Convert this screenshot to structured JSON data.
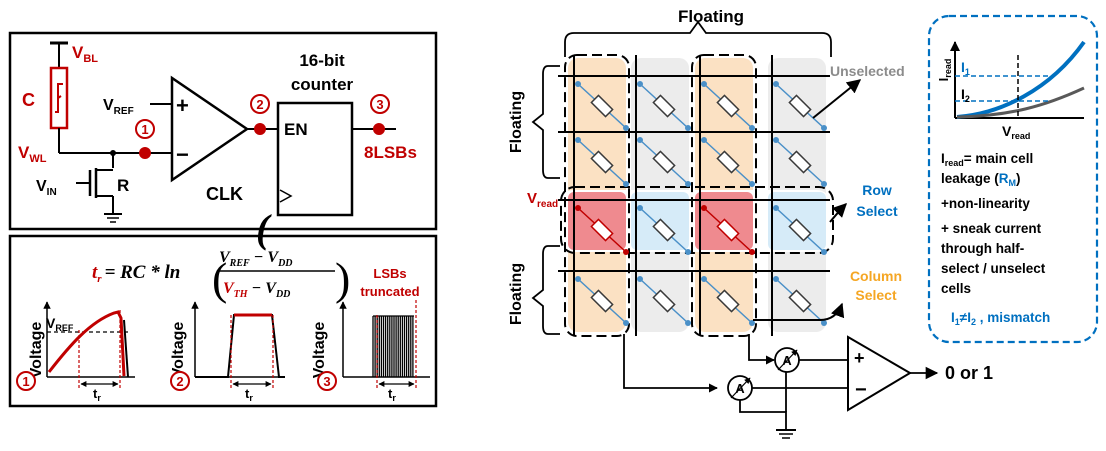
{
  "left_top": {
    "v_bl": "V",
    "v_bl_sub": "BL",
    "cap_label": "C",
    "v_wl": "V",
    "v_wl_sub": "WL",
    "v_in": "V",
    "v_in_sub": "IN",
    "r_label": "R",
    "v_ref": "V",
    "v_ref_sub": "REF",
    "plus": "+",
    "minus": "−",
    "node1": "1",
    "node2": "2",
    "node3": "3",
    "counter_title_1": "16-bit",
    "counter_title_2": "counter",
    "en_label": "EN",
    "clk_label": "CLK",
    "out_label": "8LSBs"
  },
  "left_bottom": {
    "formula_lhs": "t",
    "formula_lhs_sub": "r",
    "formula_eq": "= RC * ln",
    "num_a": "V",
    "num_a_sub": "REF",
    "num_minus": " − ",
    "num_b": "V",
    "num_b_sub": "DD",
    "den_a": "V",
    "den_a_sub": "TH",
    "den_minus": " − ",
    "den_b": "V",
    "den_b_sub": "DD",
    "lsb_label_1": "LSBs",
    "lsb_label_2": "truncated",
    "ylabel": "Voltage",
    "vref_label": "V",
    "vref_sub": "REF",
    "tr": "t",
    "tr_sub": "r",
    "plot_num_1": "1",
    "plot_num_2": "2",
    "plot_num_3": "3"
  },
  "array": {
    "top_label": "Floating",
    "left_label_top": "Floating",
    "left_label_bottom": "Floating",
    "vread": "V",
    "vread_sub": "read",
    "unselected": "Unselected",
    "row_select_1": "Row",
    "row_select_2": "Select",
    "col_select_1": "Column",
    "col_select_2": "Select",
    "amp_symbol": "A",
    "plus": "+",
    "minus": "−",
    "output": "0 or 1"
  },
  "side_panel": {
    "y_axis": "I",
    "y_axis_sub": "read",
    "x_axis": "V",
    "x_axis_sub": "read",
    "i1": "I",
    "i1_sub": "1",
    "i2": "I",
    "i2_sub": "2",
    "line1_a": "I",
    "line1_a_sub": "read",
    "line1_b": "= main cell",
    "line2_a": "leakage (",
    "line2_b": "R",
    "line2_b_sub": "M",
    "line2_c": ")",
    "line3": "+non-linearity",
    "line4": "+ sneak current",
    "line5": "through half-",
    "line6": "select / unselect",
    "line7": "cells",
    "line8_a": "I",
    "line8_a_sub": "1",
    "line8_b": "≠I",
    "line8_b_sub": "2",
    "line8_c": " , mismatch"
  },
  "colors": {
    "red": "#c00000",
    "blue": "#0070c0",
    "orange_col": "#fbe1c3",
    "gray_col": "#ececec",
    "red_cell": "#ef8a8f",
    "blue_cell": "#d6ebf8",
    "column_select_text": "#f5a623"
  }
}
